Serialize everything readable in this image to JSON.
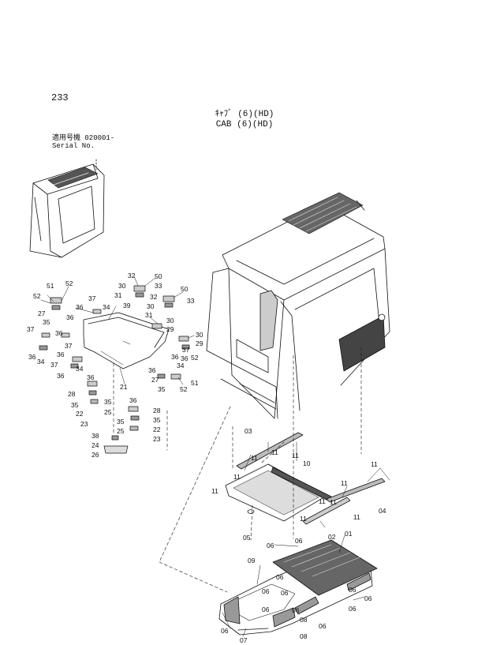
{
  "header": {
    "page_number": "233",
    "title_jp": "ｷｬﾌﾞ (6)(HD)",
    "title_en": "CAB (6)(HD)",
    "serial_jp": "適用号機  020001-",
    "serial_en": "Serial No."
  },
  "callouts": {
    "c01": "01",
    "c02": "02",
    "c03": "03",
    "c04": "04",
    "c05": "05",
    "c06": "06",
    "c07": "07",
    "c08": "08",
    "c09": "09",
    "c10": "10",
    "c11": "11",
    "c21": "21",
    "c22": "22",
    "c23": "23",
    "c24": "24",
    "c25": "25",
    "c26": "26",
    "c27": "27",
    "c28": "28",
    "c29": "29",
    "c30": "30",
    "c31": "31",
    "c32": "32",
    "c33": "33",
    "c34": "34",
    "c35": "35",
    "c36": "36",
    "c37": "37",
    "c38": "38",
    "c39": "39",
    "c50": "50",
    "c51": "51",
    "c52": "52"
  }
}
